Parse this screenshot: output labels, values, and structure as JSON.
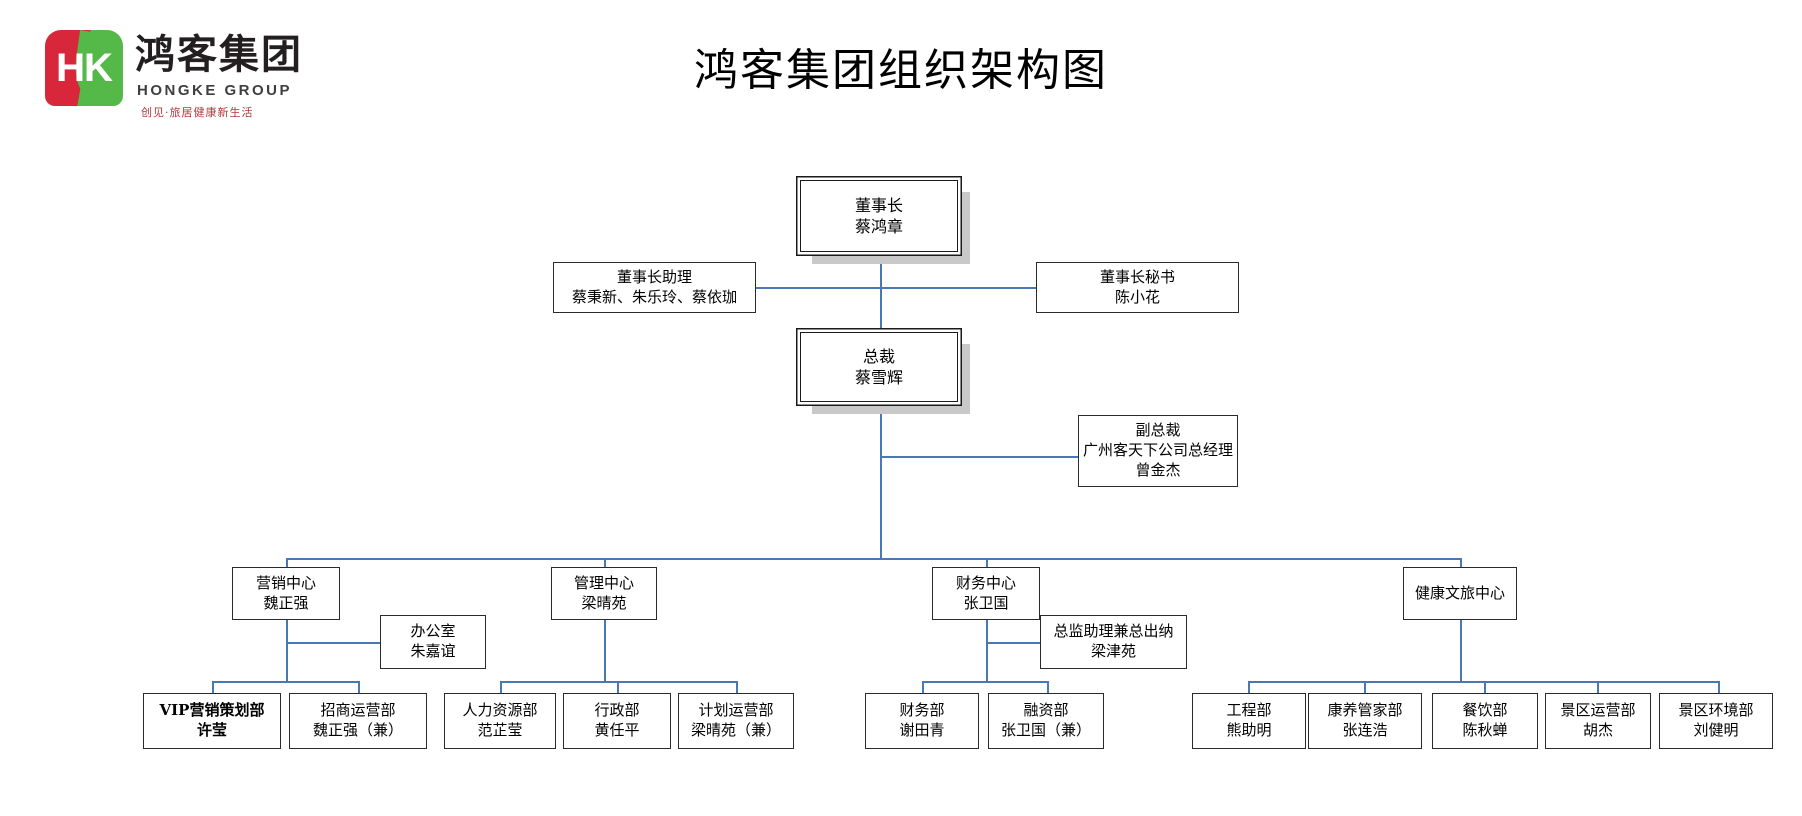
{
  "document": {
    "title": "鸿客集团组织架构图",
    "type": "organization-chart"
  },
  "logo": {
    "cn_name": "鸿客集团",
    "en_name": "HONGKE GROUP",
    "slogan": "创见·旅居健康新生活",
    "monogram": "HK",
    "colors": {
      "red": "#d8263a",
      "green": "#54b948",
      "text": "#231f20"
    }
  },
  "theme": {
    "connector_color": "#4a78b5",
    "box_border": "#2b2b2b",
    "shadow": "#c9c9c9",
    "background": "#ffffff"
  },
  "nodes": {
    "chairman": {
      "title": "董事长",
      "name": "蔡鸿章"
    },
    "chairman_assist": {
      "title": "董事长助理",
      "name": "蔡秉新、朱乐玲、蔡依珈"
    },
    "chairman_secretary": {
      "title": "董事长秘书",
      "name": "陈小花"
    },
    "president": {
      "title": "总裁",
      "name": "蔡雪辉"
    },
    "vice_president": {
      "title": "副总裁",
      "subtitle": "广州客天下公司总经理",
      "name": "曾金杰"
    },
    "marketing_center": {
      "title": "营销中心",
      "name": "魏正强"
    },
    "office": {
      "title": "办公室",
      "name": "朱嘉谊"
    },
    "management_center": {
      "title": "管理中心",
      "name": "梁晴苑"
    },
    "finance_center": {
      "title": "财务中心",
      "name": "张卫国"
    },
    "finance_assist": {
      "title": "总监助理兼总出纳",
      "name": "梁津苑"
    },
    "health_center": {
      "title": "健康文旅中心",
      "name": ""
    }
  },
  "departments": {
    "marketing": [
      {
        "title": "VIP营销策划部",
        "name": "许莹",
        "bold": true
      },
      {
        "title": "招商运营部",
        "name": "魏正强（兼）",
        "bold": false
      }
    ],
    "management": [
      {
        "title": "人力资源部",
        "name": "范芷莹"
      },
      {
        "title": "行政部",
        "name": "黄任平"
      },
      {
        "title": "计划运营部",
        "name": "梁晴苑（兼）"
      }
    ],
    "finance": [
      {
        "title": "财务部",
        "name": "谢田青"
      },
      {
        "title": "融资部",
        "name": "张卫国（兼）"
      }
    ],
    "health": [
      {
        "title": "工程部",
        "name": "熊助明"
      },
      {
        "title": "康养管家部",
        "name": "张连浩"
      },
      {
        "title": "餐饮部",
        "name": "陈秋蝉"
      },
      {
        "title": "景区运营部",
        "name": "胡杰"
      },
      {
        "title": "景区环境部",
        "name": "刘健明"
      }
    ]
  }
}
